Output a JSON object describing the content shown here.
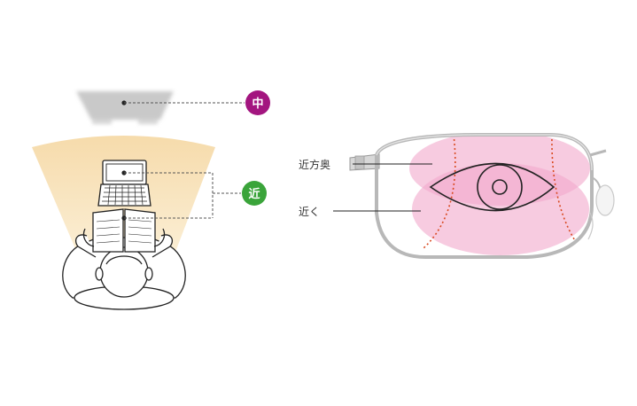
{
  "colors": {
    "far_badge": "#a3157f",
    "near_badge": "#3aa43a",
    "reading_zone": "#f7e1b5",
    "lens_zone": "#f2a9cc",
    "boundary": "#d9491f",
    "frame": "#b8b8b8",
    "line": "#222222"
  },
  "badges": {
    "middle": "中",
    "near": "近"
  },
  "lens": {
    "label_far_near": "近方奥",
    "label_near": "近く"
  },
  "icons": [
    "monitor-icon",
    "laptop-icon",
    "book-icon",
    "person-icon",
    "eye-icon"
  ]
}
